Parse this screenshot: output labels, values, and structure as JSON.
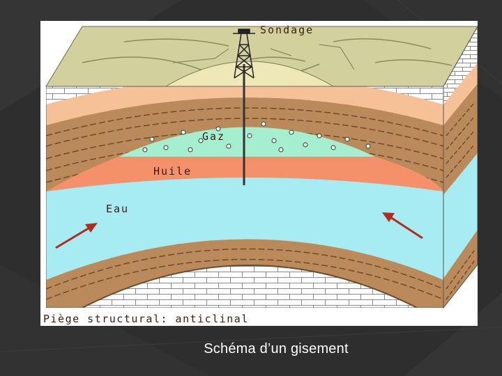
{
  "diagram": {
    "labels": {
      "sondage": "Sondage",
      "gaz": "Gaz",
      "huile": "Huile",
      "eau": "Eau",
      "bottom": "Piège structural: anticlinal"
    }
  },
  "caption": "Schéma d’un gisement",
  "colors": {
    "background": "#2b2b2b",
    "gas": "#a6eed0",
    "oil": "#f4916a",
    "water": "#a8ecf3",
    "rock_brown": "#ba8a5a",
    "sand": "#f6c197",
    "surface": "#d2d09c",
    "arrow": "#b52a1e"
  }
}
